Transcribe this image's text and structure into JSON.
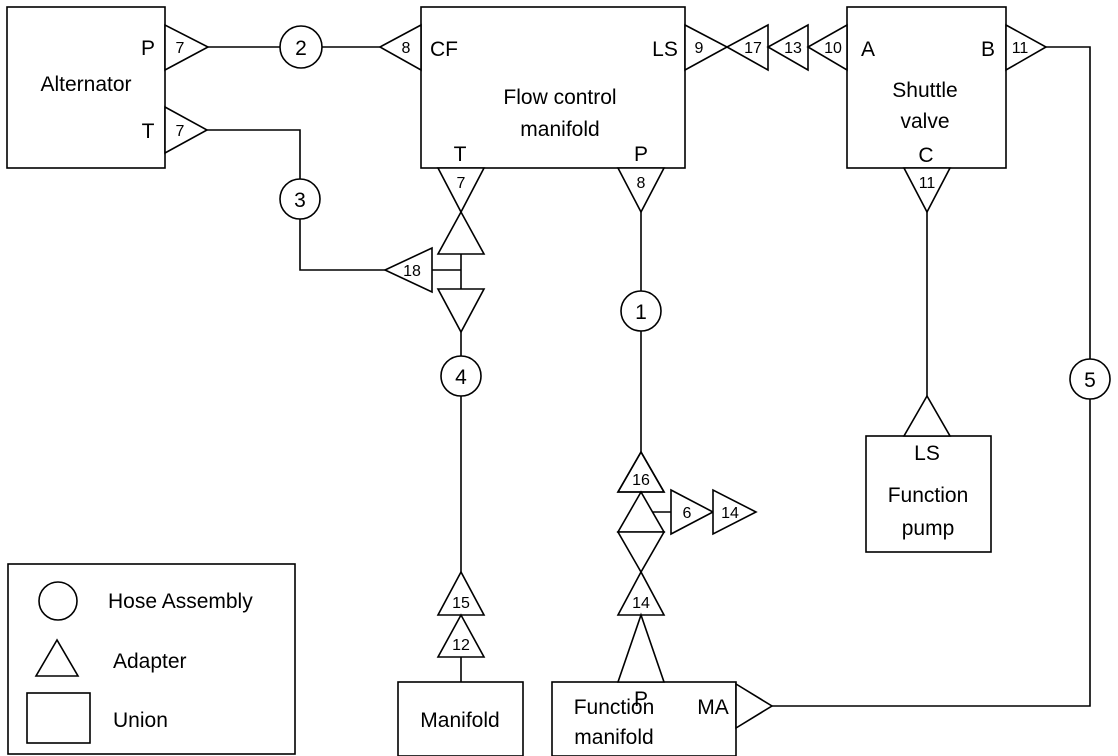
{
  "components": {
    "alternator": {
      "name": "Alternator",
      "port_p": "P",
      "port_t": "T"
    },
    "flow_control": {
      "name_line1": "Flow control",
      "name_line2": "manifold",
      "port_cf": "CF",
      "port_ls": "LS",
      "port_t": "T",
      "port_p": "P"
    },
    "shuttle_valve": {
      "name_line1": "Shuttle",
      "name_line2": "valve",
      "port_a": "A",
      "port_b": "B",
      "port_c": "C"
    },
    "function_pump": {
      "port_ls": "LS",
      "name_line1": "Function",
      "name_line2": "pump"
    },
    "manifold": {
      "name": "Manifold"
    },
    "function_manifold": {
      "port_p": "P",
      "port_ma": "MA",
      "name_line1": "Function",
      "name_line2": "manifold"
    }
  },
  "hoses": {
    "h1": "1",
    "h2": "2",
    "h3": "3",
    "h4": "4",
    "h5": "5"
  },
  "adapters": {
    "alt_p": "7",
    "alt_t": "7",
    "fc_cf": "8",
    "fc_ls": "9",
    "a17": "17",
    "a13": "13",
    "sv_a": "10",
    "sv_b": "11",
    "fc_t": "7",
    "fc_p": "8",
    "sv_c": "11",
    "a18": "18",
    "a16": "16",
    "a6": "6",
    "a14_side": "14",
    "a14_bottom": "14",
    "a15": "15",
    "a12": "12"
  },
  "legend": {
    "hose": "Hose Assembly",
    "adapter": "Adapter",
    "union": "Union"
  }
}
